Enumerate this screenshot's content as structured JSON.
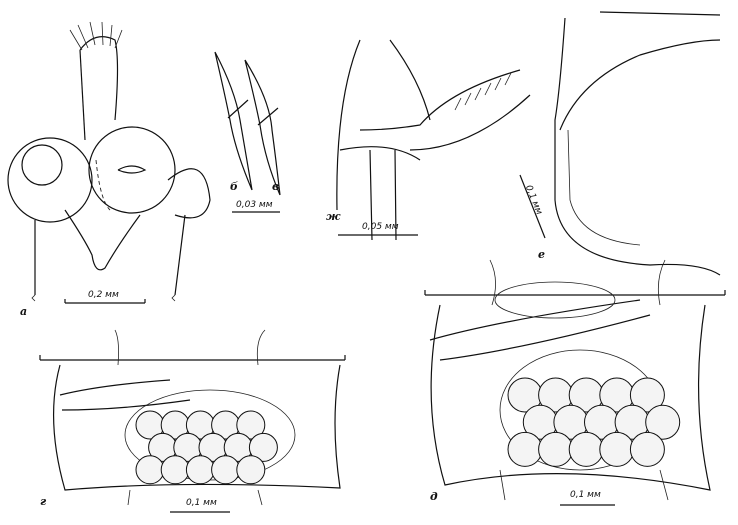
{
  "panels": {
    "a": {
      "label": "а",
      "scale": "0,2 мм"
    },
    "b": {
      "label": "б"
    },
    "v": {
      "label": "в",
      "scale": "0,03 мм"
    },
    "zh": {
      "label": "ж",
      "scale": "0,05 мм"
    },
    "e": {
      "label": "е",
      "scale": "0,1 мм"
    },
    "g": {
      "label": "г",
      "scale": "0,1 мм"
    },
    "d": {
      "label": "д",
      "scale": "0,1 мм"
    }
  }
}
